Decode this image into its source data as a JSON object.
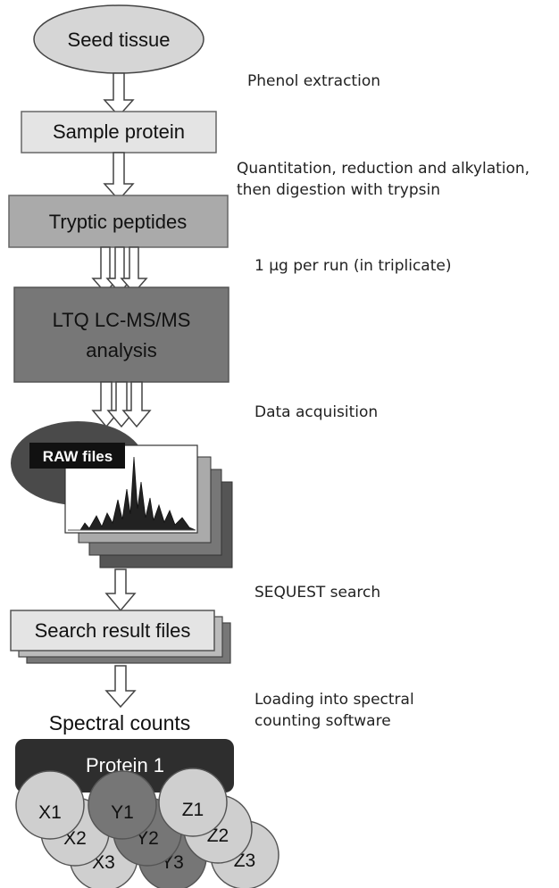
{
  "nodes": {
    "seed": "Seed tissue",
    "sample": "Sample protein",
    "tryptic": "Tryptic peptides",
    "lc_line1": "LTQ LC-MS/MS",
    "lc_line2": "analysis",
    "raw": "RAW files",
    "search": "Search result files",
    "spectral": "Spectral counts",
    "protein": "Protein 1"
  },
  "circles": {
    "x1": "X1",
    "y1": "Y1",
    "z1": "Z1",
    "x2": "X2",
    "y2": "Y2",
    "z2": "Z2",
    "x3": "X3",
    "y3": "Y3",
    "z3": "Z3"
  },
  "steps": {
    "phenol": "Phenol extraction",
    "quant_line1": "Quantitation, reduction and alkylation,",
    "quant_line2": "then digestion with trypsin",
    "per_run": "1 μg per run (in triplicate)",
    "acquisition": "Data acquisition",
    "sequest": "SEQUEST search",
    "loading_line1": "Loading into spectral",
    "loading_line2": "counting software"
  },
  "colors": {
    "ellipse_light": "#d6d6d6",
    "box_light": "#e4e4e4",
    "box_mid": "#aaaaaa",
    "box_dark": "#777777",
    "raw_ellipse": "#4a4a4a",
    "protein_bar": "#2e2e2e",
    "circle_light": "#cfcfcf",
    "circle_dark": "#767676"
  }
}
